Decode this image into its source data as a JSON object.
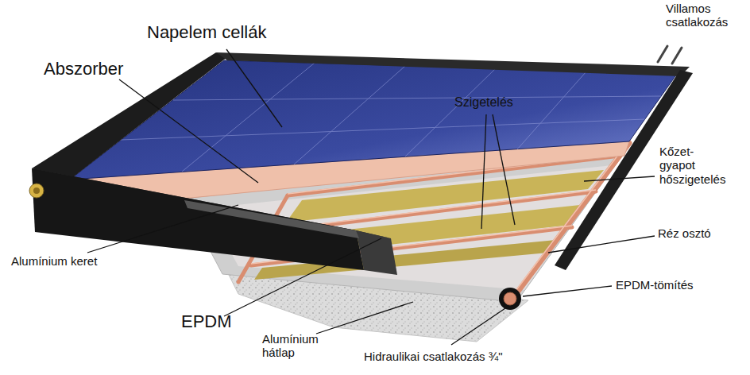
{
  "diagram": {
    "labels": [
      "Napelem cellák",
      "Abszorber",
      "Szigetelés",
      "Villamos csatlakozás",
      "Kőzet- gyapot hőszigetelés",
      "Réz osztó",
      "EPDM-tömítés",
      "Alumínium keret",
      "EPDM",
      "Alumínium hátlap",
      "Hidraulikai csatlakozás ¾\""
    ]
  }
}
